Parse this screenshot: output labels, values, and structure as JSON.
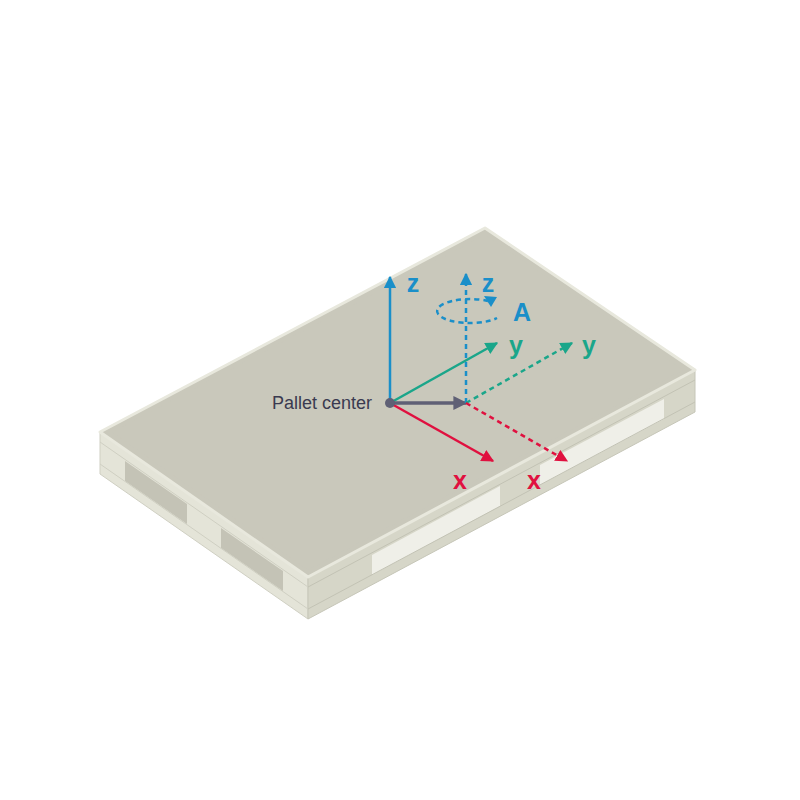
{
  "diagram": {
    "labels": [
      "z",
      "z",
      "A",
      "y",
      "y",
      "Pallet center",
      "x",
      "x"
    ]
  }
}
